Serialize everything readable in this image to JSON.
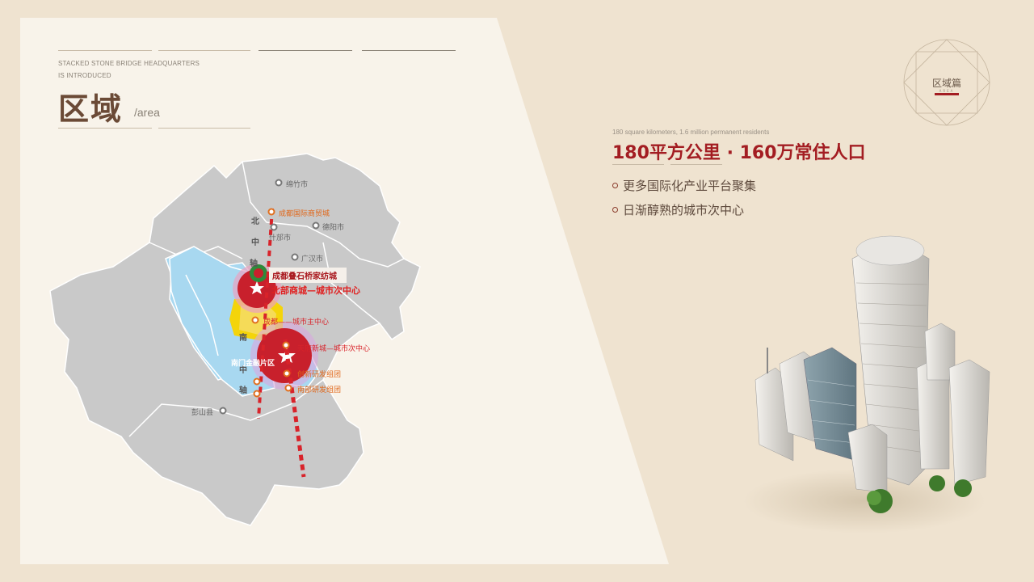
{
  "header": {
    "en_line1": "STACKED STONE BRIDGE HEADQUARTERS",
    "en_line2": "IS INTRODUCED",
    "title_cn": "区域",
    "title_en": "/area"
  },
  "emblem": {
    "title": "区域篇",
    "sub": "AREA"
  },
  "stats": {
    "en": "180 square kilometers, 1.6 million permanent residents",
    "cn": "180平方公里 · 160万常住人口",
    "bullets": [
      "更多国际化产业平台聚集",
      "日渐醇熟的城市次中心"
    ]
  },
  "map": {
    "cities": {
      "mianzhu": "绵竹市",
      "deyang": "德阳市",
      "shifang": "什邡市",
      "guanghan": "广汉市",
      "pengshan": "彭山县"
    },
    "axis_north": [
      "北",
      "中",
      "轴"
    ],
    "axis_south": [
      "南",
      "中",
      "轴"
    ],
    "labels": {
      "top_orange": "成都国际商贸城",
      "project": "成都叠石桥家纺城",
      "north_center": "北部商城—城市次中心",
      "main_center": "成都——城市主中心",
      "tianfu": "天府新城—城市次中心",
      "nanmen": "南门金融片区",
      "chuangxin": "创新研发组团",
      "nanbu": "南部研发组团"
    }
  },
  "colors": {
    "background": "#efe3d0",
    "panel": "#f8f3ea",
    "accent_red": "#a31d22",
    "map_gray": "#c9c9c9",
    "map_blue": "#a8d8f0"
  }
}
